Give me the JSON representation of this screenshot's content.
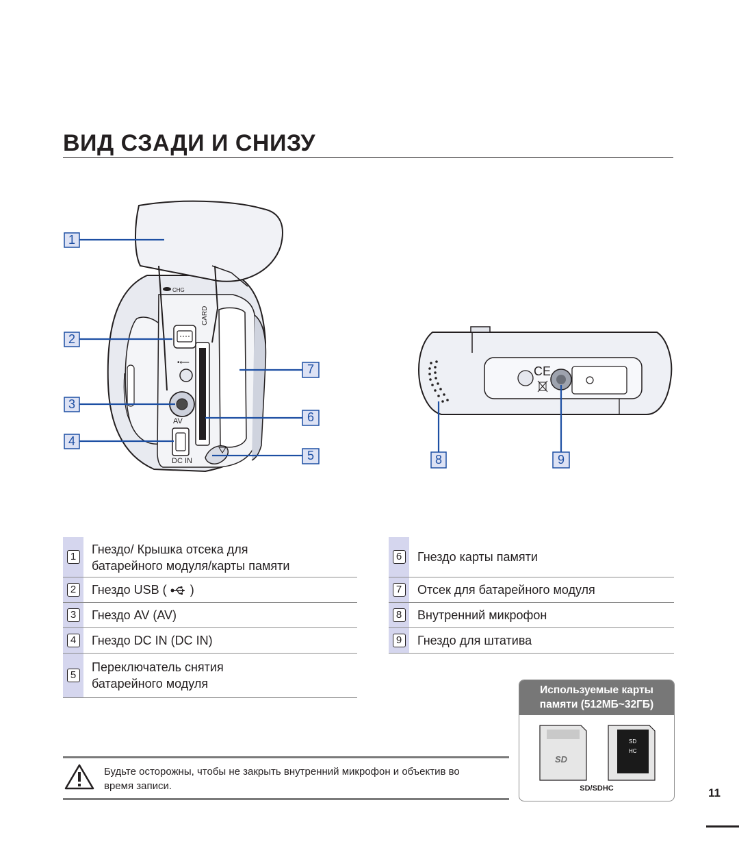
{
  "page": {
    "title": "ВИД СЗАДИ И СНИЗУ",
    "number": "11"
  },
  "diagram": {
    "callouts": [
      "1",
      "2",
      "3",
      "4",
      "5",
      "6",
      "7",
      "8",
      "9"
    ],
    "device_labels": {
      "chg": "CHG",
      "card": "CARD",
      "av": "AV",
      "dc_in": "DC IN"
    }
  },
  "legend": {
    "left": [
      {
        "num": "1",
        "text": "Гнездо/ Крышка отсека для батарейного модуля/карты памяти"
      },
      {
        "num": "2",
        "text_before": "Гнездо USB (",
        "text_after": ")"
      },
      {
        "num": "3",
        "text": "Гнездо AV (AV)"
      },
      {
        "num": "4",
        "text": "Гнездо DC IN (DC IN)"
      },
      {
        "num": "5",
        "text": "Переключатель снятия батарейного модуля"
      }
    ],
    "right": [
      {
        "num": "6",
        "text": "Гнездо карты памяти"
      },
      {
        "num": "7",
        "text": "Отсек для батарейного модуля"
      },
      {
        "num": "8",
        "text": "Внутренний микрофон"
      },
      {
        "num": "9",
        "text": "Гнездо для штатива"
      }
    ]
  },
  "cards": {
    "header_line1": "Используемые карты",
    "header_line2": "памяти (512МБ~32ГБ)",
    "footer": "SD/SDHC"
  },
  "warning": {
    "text": "Будьте осторожны, чтобы не закрыть внутренний микрофон и объектив во время записи."
  },
  "colors": {
    "accent_blue": "#1d4fa3",
    "callout_fill": "#dde2f4",
    "legend_num_bg": "#d5d6ee"
  }
}
